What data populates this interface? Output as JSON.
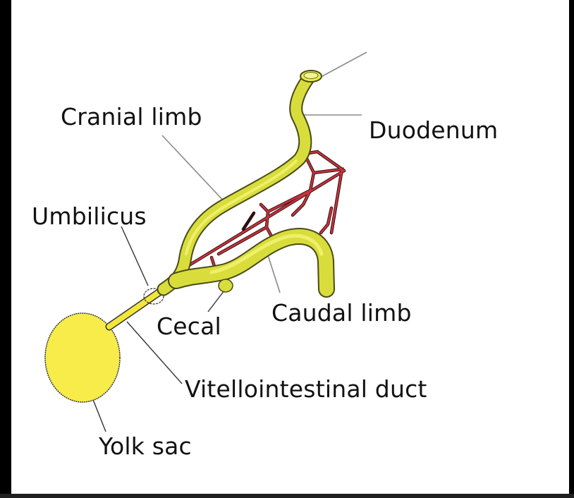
{
  "diagram": {
    "type": "anatomical-diagram",
    "subject": "Midgut loop with vitellointestinal duct and yolk sac",
    "colors": {
      "background": "#ffffff",
      "frame": "#000000",
      "bottom_bar": "#202020",
      "gut_fill": "#d9dd3c",
      "gut_highlight": "#eef06a",
      "gut_outline": "#5a5a1a",
      "yolk_sac_fill": "#f7ec4a",
      "vessel_fill": "#c8323c",
      "vessel_outline": "#2a1010",
      "leader_line": "#8a8a8a",
      "label_text": "#111111"
    },
    "labels": [
      {
        "id": "cranial-limb",
        "text": "Cranial limb"
      },
      {
        "id": "duodenum",
        "text": "Duodenum"
      },
      {
        "id": "umbilicus",
        "text": "Umbilicus"
      },
      {
        "id": "cecal",
        "text": "Cecal"
      },
      {
        "id": "caudal-limb",
        "text": "Caudal limb"
      },
      {
        "id": "vitellointestinal-duct",
        "text": "Vitellointestinal duct"
      },
      {
        "id": "yolk-sac",
        "text": "Yolk sac"
      }
    ]
  }
}
